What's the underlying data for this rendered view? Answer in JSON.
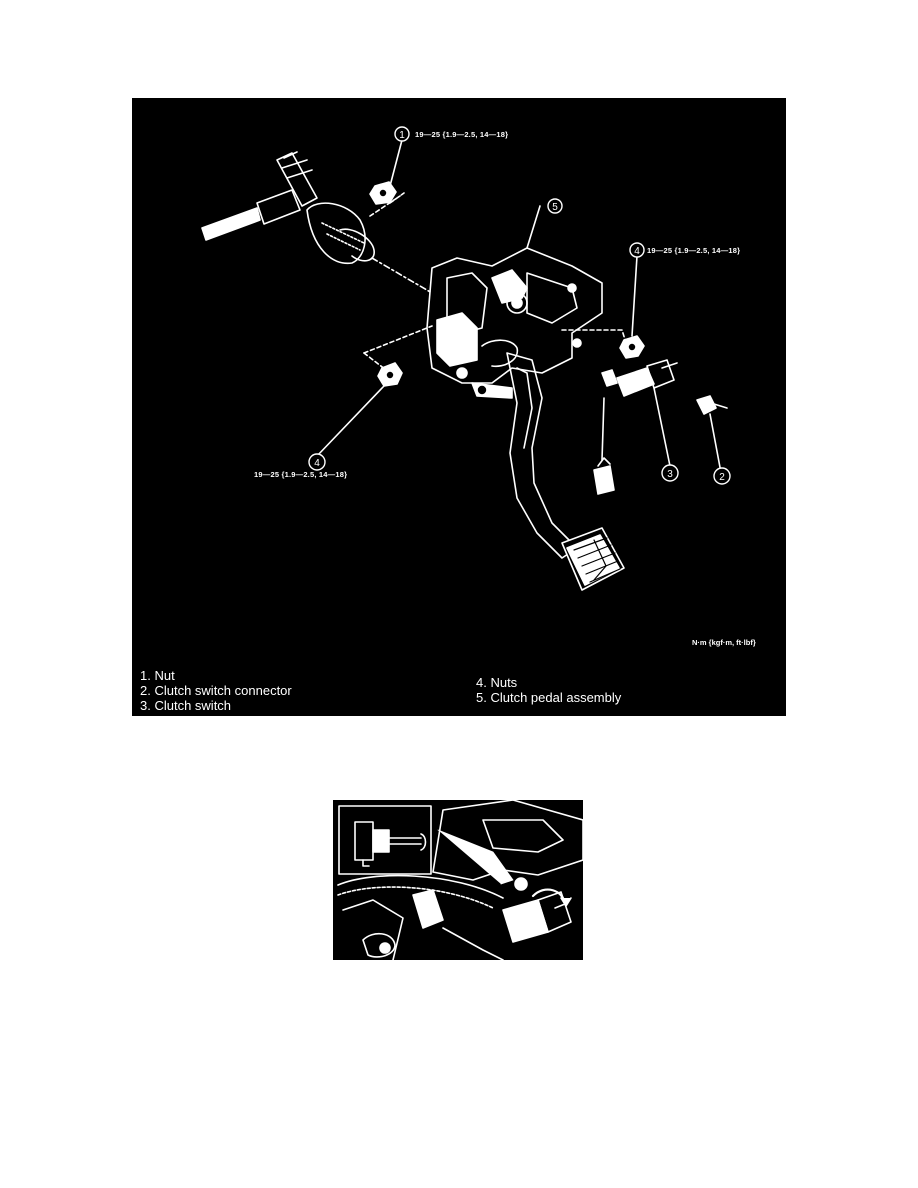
{
  "main_figure": {
    "callouts": {
      "c1": "1",
      "c2": "2",
      "c3": "3",
      "c4a": "4",
      "c4b": "4",
      "c5": "5"
    },
    "torque_top": "19—25 {1.9—2.5, 14—18}",
    "torque_right": "19—25 {1.9—2.5, 14—18}",
    "torque_left": "19—25 {1.9—2.5, 14—18}",
    "unit": "N·m {kgf·m, ft·lbf}",
    "legend": [
      "1.  Nut",
      "2.  Clutch switch connector",
      "3.  Clutch switch",
      "4.  Nuts",
      "5.  Clutch pedal assembly"
    ]
  },
  "colors": {
    "figure_background": "#000000",
    "line_art": "#ffffff"
  }
}
